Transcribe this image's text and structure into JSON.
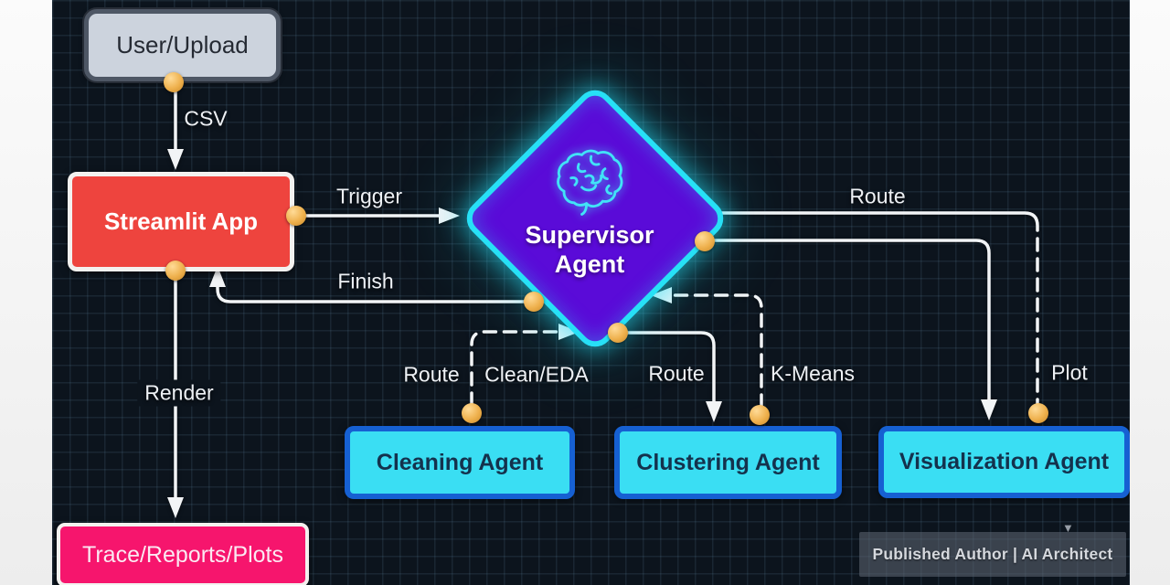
{
  "nodes": {
    "user_upload": {
      "label": "User/Upload"
    },
    "streamlit_app": {
      "label": "Streamlit App"
    },
    "supervisor_agent": {
      "label_line1": "Supervisor",
      "label_line2": "Agent"
    },
    "cleaning_agent": {
      "label": "Cleaning Agent"
    },
    "clustering_agent": {
      "label": "Clustering Agent"
    },
    "visualization_agent": {
      "label": "Visualization Agent"
    },
    "trace_reports": {
      "label": "Trace/Reports/Plots"
    }
  },
  "edges": {
    "csv": {
      "label": "CSV"
    },
    "trigger": {
      "label": "Trigger"
    },
    "finish": {
      "label": "Finish"
    },
    "render": {
      "label": "Render"
    },
    "route_cleaning": {
      "label": "Route"
    },
    "clean_eda": {
      "label": "Clean/EDA"
    },
    "route_clustering": {
      "label": "Route"
    },
    "kmeans": {
      "label": "K-Means"
    },
    "route_visualization": {
      "label": "Route"
    },
    "plot": {
      "label": "Plot"
    }
  },
  "watermark": {
    "text": "Published Author | AI Architect",
    "caret_glyph": "▼"
  },
  "icons": {
    "brain": "brain-icon",
    "caret": "caret-down-icon"
  },
  "colors": {
    "background": "#0c141d",
    "grid_line": "#2c3d4d",
    "edge_line": "#f2f4f6",
    "connector_dot": "#eeb04c",
    "user_upload_fill": "#ccd3dd",
    "streamlit_fill": "#ee443e",
    "trace_fill": "#f6156d",
    "agent_fill": "#3adef3",
    "agent_border": "#1660d2",
    "diamond_fill": "#5a0bd8",
    "diamond_border": "#27e0f6",
    "brain_stroke": "#41e3f7"
  }
}
